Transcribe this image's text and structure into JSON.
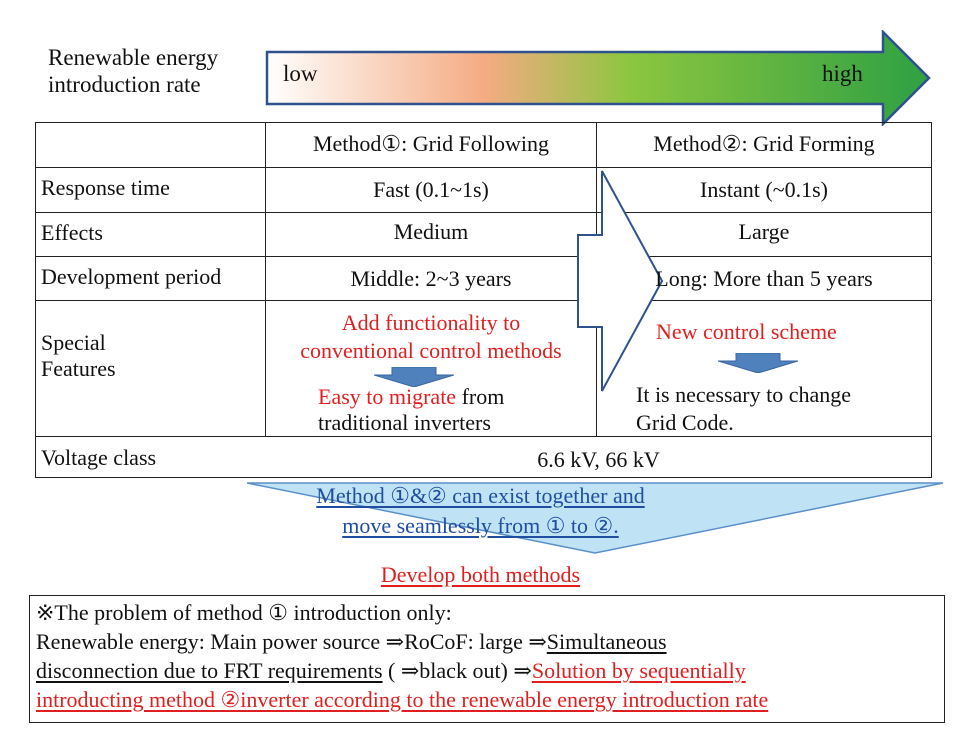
{
  "header": {
    "rate_label_line1": "Renewable energy",
    "rate_label_line2": "introduction rate",
    "low": "low",
    "high": "high",
    "gradient_colors": [
      "#ffffff",
      "#f4ab82",
      "#8cc63f",
      "#2ea043"
    ]
  },
  "table": {
    "col_headers": [
      "Method①: Grid Following",
      "Method②: Grid Forming"
    ],
    "rows": [
      {
        "label": "Response time",
        "m1": "Fast (0.1~1s)",
        "m2": "Instant (~0.1s)"
      },
      {
        "label": "Effects",
        "m1": "Medium",
        "m2": "Large"
      },
      {
        "label": "Development period",
        "m1": "Middle: 2~3 years",
        "m2": "Long: More than 5 years"
      }
    ],
    "special": {
      "label_line1": "Special",
      "label_line2": "Features",
      "m1_red_line1": "Add functionality to",
      "m1_red_line2": "conventional control methods",
      "m1_bottom_red": "Easy to migrate",
      "m1_bottom_rest": " from",
      "m1_bottom_line2": "traditional inverters",
      "m2_red": "New control scheme",
      "m2_line1": "It is necessary to change",
      "m2_line2": "Grid Code."
    },
    "voltage": {
      "label": "Voltage class",
      "value": "6.6 kV, 66 kV"
    }
  },
  "funnel": {
    "line1": "Method ①&② can exist together and",
    "line2": "move seamlessly from ①  to ②.",
    "fill_color": "#bfe3f5",
    "text_color": "#1f4ea0"
  },
  "develop_both": "Develop both methods",
  "problem": {
    "line1": "※The problem of method ① introduction only:",
    "line2_plain": "Renewable energy: Main power source  ⇒RoCoF: large  ⇒",
    "line2_u": "Simultaneous",
    "line3_u": "disconnection due to FRT requirements",
    "line3_plain": " ( ⇒black out)  ⇒",
    "line3_red": "Solution by sequentially",
    "line4_red": "introducting method ②inverter according to the renewable energy introduction rate"
  },
  "accent_red": "#e02020",
  "arrow_blue": "#4f81bd"
}
